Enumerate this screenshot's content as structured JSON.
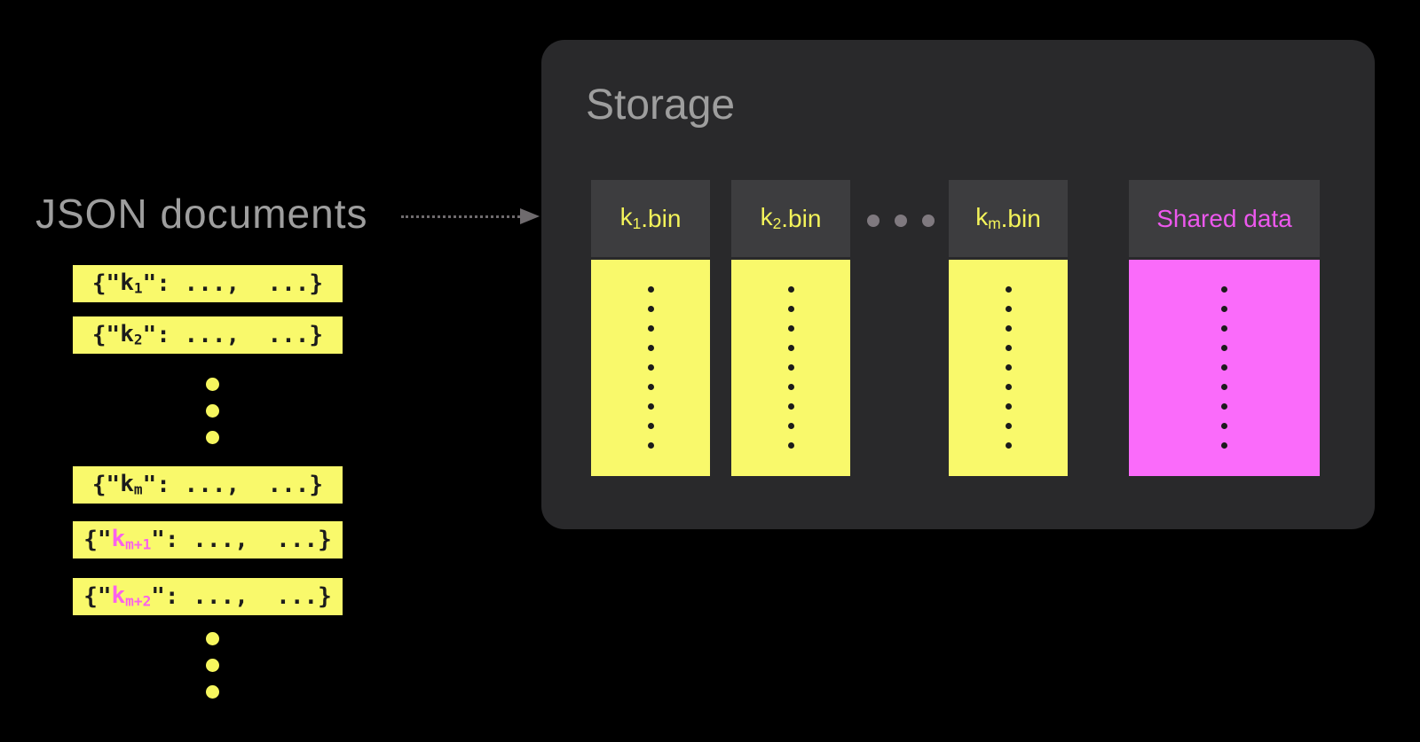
{
  "colors": {
    "page_bg": "#000000",
    "storage_bg": "#29292b",
    "header_bg": "#3d3d3f",
    "yellow": "#f9f96b",
    "yellow_label": "#f4f45a",
    "magenta": "#fa6bfa",
    "magenta_label": "#ec58ed",
    "pink_key": "#fa62ec",
    "muted_title": "#9e9e9e",
    "arrow_gray": "#6f6b6e",
    "storage_ellipsis_dot": "#7f797f",
    "doc_ellipsis_dot": "#f6f65e",
    "column_dot": "#1b1b1b",
    "doc_text": "#1c1c1c"
  },
  "json_documents": {
    "title": "JSON documents",
    "doc_open": "{\"",
    "doc_close": "\": ...,  ...}",
    "items": [
      {
        "type": "doc",
        "key": "k",
        "sub": "1",
        "highlight": false
      },
      {
        "type": "doc",
        "key": "k",
        "sub": "2",
        "highlight": false
      },
      {
        "type": "ellipsis"
      },
      {
        "type": "doc",
        "key": "k",
        "sub": "m",
        "highlight": false
      },
      {
        "type": "doc",
        "key": "k",
        "sub": "m+1",
        "highlight": true
      },
      {
        "type": "doc",
        "key": "k",
        "sub": "m+2",
        "highlight": true
      },
      {
        "type": "ellipsis"
      }
    ]
  },
  "storage": {
    "title": "Storage",
    "dots_per_column": 9,
    "columns": [
      {
        "type": "bin",
        "key": "k",
        "sub": "1",
        "suffix": ".bin",
        "variant": "yellow"
      },
      {
        "type": "bin",
        "key": "k",
        "sub": "2",
        "suffix": ".bin",
        "variant": "yellow"
      },
      {
        "type": "ellipsis"
      },
      {
        "type": "bin",
        "key": "k",
        "sub": "m",
        "suffix": ".bin",
        "variant": "yellow"
      },
      {
        "type": "shared",
        "label": "Shared data",
        "variant": "magenta"
      }
    ]
  }
}
